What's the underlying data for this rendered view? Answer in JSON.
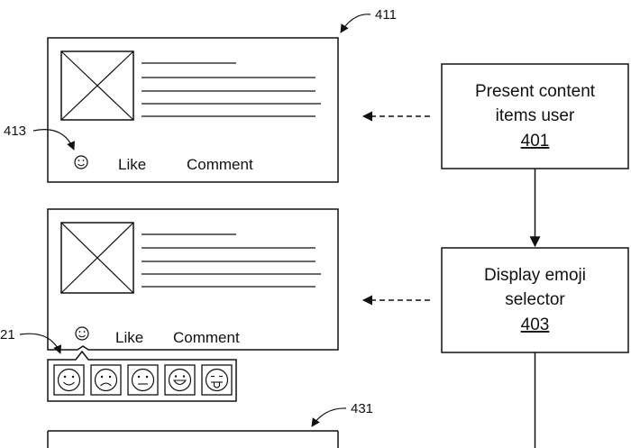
{
  "figure": {
    "steps": [
      {
        "line1": "Present content",
        "line2": "items user",
        "ref": "401"
      },
      {
        "line1": "Display emoji",
        "line2": "selector",
        "ref": "403"
      }
    ],
    "panels": [
      {
        "ref": "411",
        "like": "Like",
        "comment": "Comment"
      },
      {
        "like": "Like",
        "comment": "Comment"
      }
    ],
    "callouts": {
      "emoji_button": "413",
      "selector_row": "21",
      "bottom_item": "431"
    },
    "emoji_options": [
      "smile",
      "frown",
      "neutral",
      "grin",
      "tongue"
    ]
  }
}
